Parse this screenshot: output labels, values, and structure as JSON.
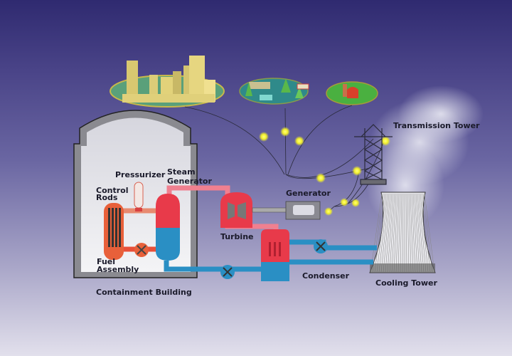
{
  "title": "Nuclear Power Plant Diagram",
  "labels": {
    "pressurizer": "Pressurizer",
    "steam_generator_1": "Steam",
    "steam_generator_2": "Generator",
    "control_rods_1": "Control",
    "control_rods_2": "Rods",
    "fuel_assembly_1": "Fuel",
    "fuel_assembly_2": "Assembly",
    "containment_building": "Containment Building",
    "turbine": "Turbine",
    "generator": "Generator",
    "condenser": "Condenser",
    "transmission_tower": "Transmission Tower",
    "cooling_tower": "Cooling Tower"
  },
  "colors": {
    "hot_loop": "#e8394a",
    "cold_loop": "#2a8fc4",
    "light": "#f6f34a",
    "containment": "#e8e8ec"
  }
}
